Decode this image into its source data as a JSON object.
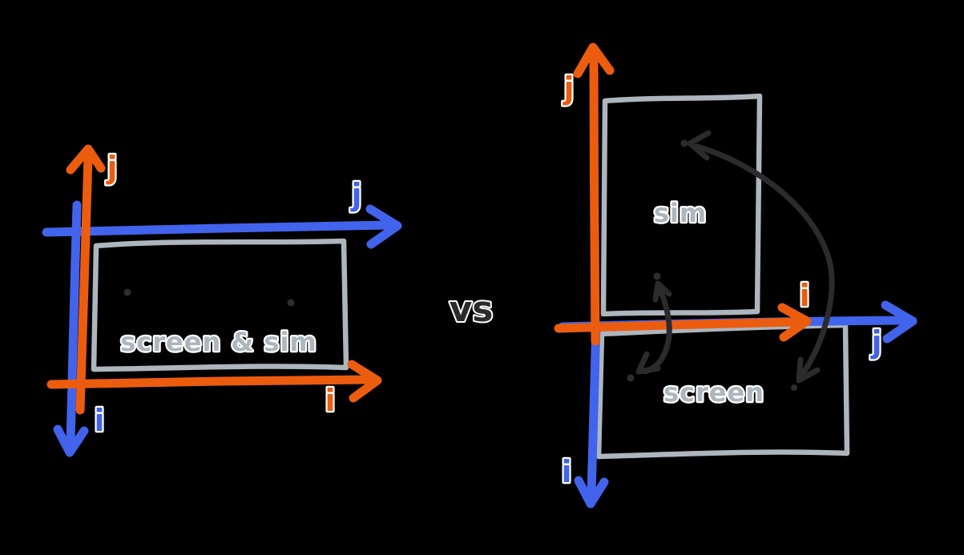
{
  "colors": {
    "background": "#000000",
    "orange": "#ec5c0e",
    "blue": "#4263eb",
    "gray": "#adb5bd",
    "ink": "#2b2b2b",
    "dot": "#2c2d31",
    "halo": "#ffffff"
  },
  "left": {
    "orange_up_label": "j",
    "blue_right_label": "j",
    "frame_label": "screen & sim",
    "orange_right_label": "i",
    "blue_down_label": "i"
  },
  "separator_label": "vs",
  "right": {
    "orange_up_label": "j",
    "sim_frame_label": "sim",
    "orange_right_label": "i",
    "blue_right_label": "j",
    "screen_frame_label": "screen",
    "blue_down_label": "i"
  }
}
